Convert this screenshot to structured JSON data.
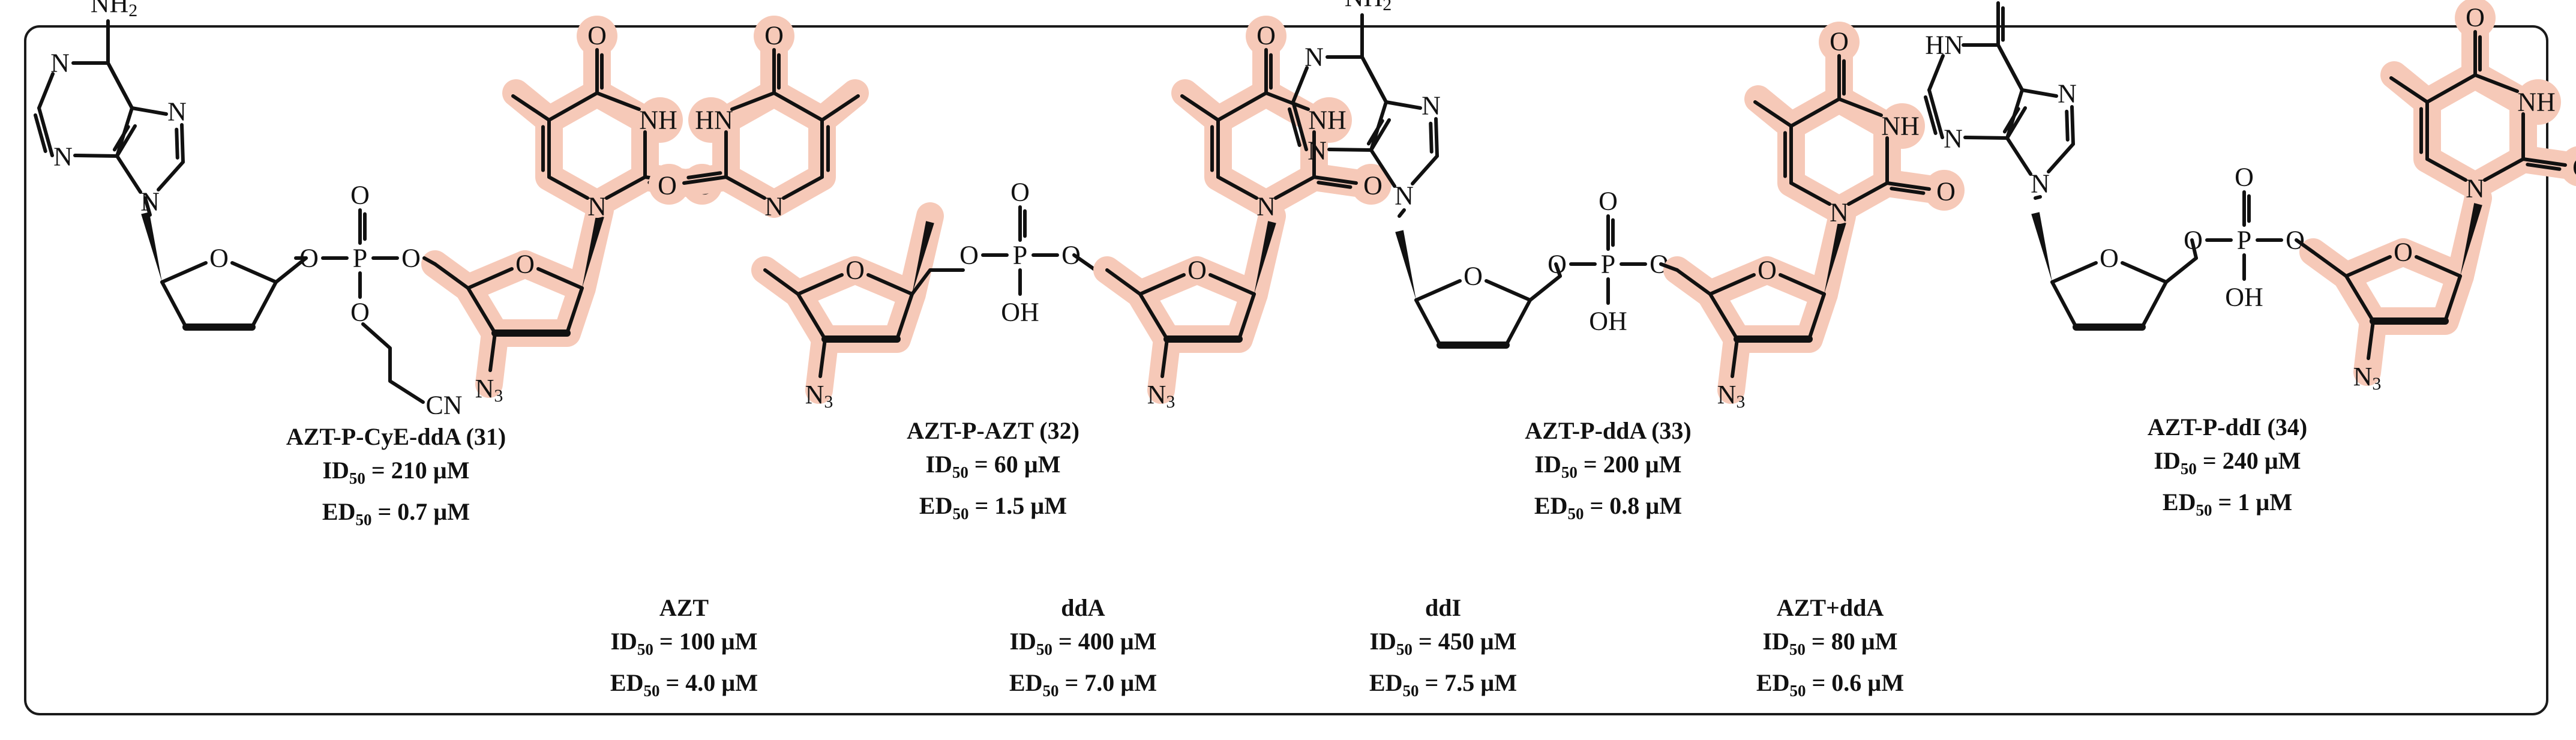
{
  "compounds": [
    {
      "name": "AZT-P-CyE-ddA (31)",
      "id50_label": "ID",
      "id50_sub": "50",
      "id50_value": " = 210 µM",
      "ed50_label": "ED",
      "ed50_sub": "50",
      "ed50_value": " = 0.7 µM"
    },
    {
      "name": "AZT-P-AZT (32)",
      "id50_label": "ID",
      "id50_sub": "50",
      "id50_value": " = 60 µM",
      "ed50_label": "ED",
      "ed50_sub": "50",
      "ed50_value": " = 1.5 µM"
    },
    {
      "name": "AZT-P-ddA (33)",
      "id50_label": "ID",
      "id50_sub": "50",
      "id50_value": " = 200 µM",
      "ed50_label": "ED",
      "ed50_sub": "50",
      "ed50_value": " = 0.8 µM"
    },
    {
      "name": "AZT-P-ddI (34)",
      "id50_label": "ID",
      "id50_sub": "50",
      "id50_value": " = 240 µM",
      "ed50_label": "ED",
      "ed50_sub": "50",
      "ed50_value": " = 1 µM"
    }
  ],
  "references": [
    {
      "name": "AZT",
      "id50_label": "ID",
      "id50_sub": "50",
      "id50_value": " = 100 µM",
      "ed50_label": "ED",
      "ed50_sub": "50",
      "ed50_value": " = 4.0 µM"
    },
    {
      "name": "ddA",
      "id50_label": "ID",
      "id50_sub": "50",
      "id50_value": " = 400 µM",
      "ed50_label": "ED",
      "ed50_sub": "50",
      "ed50_value": " = 7.0 µM"
    },
    {
      "name": "ddI",
      "id50_label": "ID",
      "id50_sub": "50",
      "id50_value": " = 450 µM",
      "ed50_label": "ED",
      "ed50_sub": "50",
      "ed50_value": " = 7.5 µM"
    },
    {
      "name": "AZT+ddA",
      "id50_label": "ID",
      "id50_sub": "50",
      "id50_value": " = 80 µM",
      "ed50_label": "ED",
      "ed50_sub": "50",
      "ed50_value": " = 0.6 µM"
    }
  ],
  "atoms": {
    "O": "O",
    "N": "N",
    "P": "P",
    "NH": "NH",
    "HN": "HN",
    "OH": "OH",
    "NH2_main": "NH",
    "NH2_sub": "2",
    "N3_main": "N",
    "N3_sub": "3",
    "CN": "CN"
  },
  "colors": {
    "highlight": "#f6c9b8",
    "ink": "#111111",
    "frame": "#1a1a1a"
  }
}
